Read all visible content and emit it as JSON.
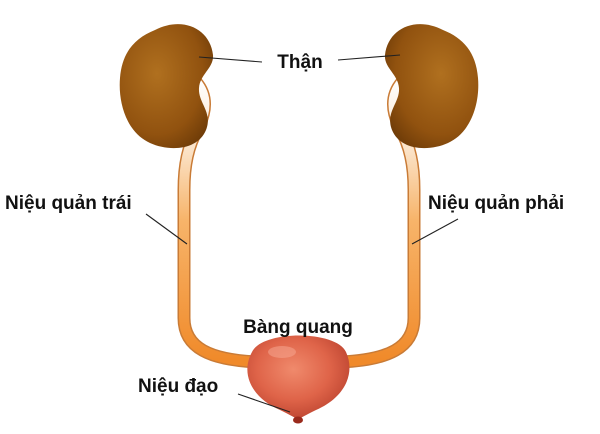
{
  "labels": {
    "kidney": "Thận",
    "left_ureter": "Niệu quản trái",
    "right_ureter": "Niệu quản phải",
    "bladder": "Bàng quang",
    "urethra": "Niệu đạo"
  },
  "colors": {
    "kidney": "#9a5a12",
    "ureter": "#f39a3c",
    "bladder": "#df6a52",
    "text": "#111111"
  }
}
